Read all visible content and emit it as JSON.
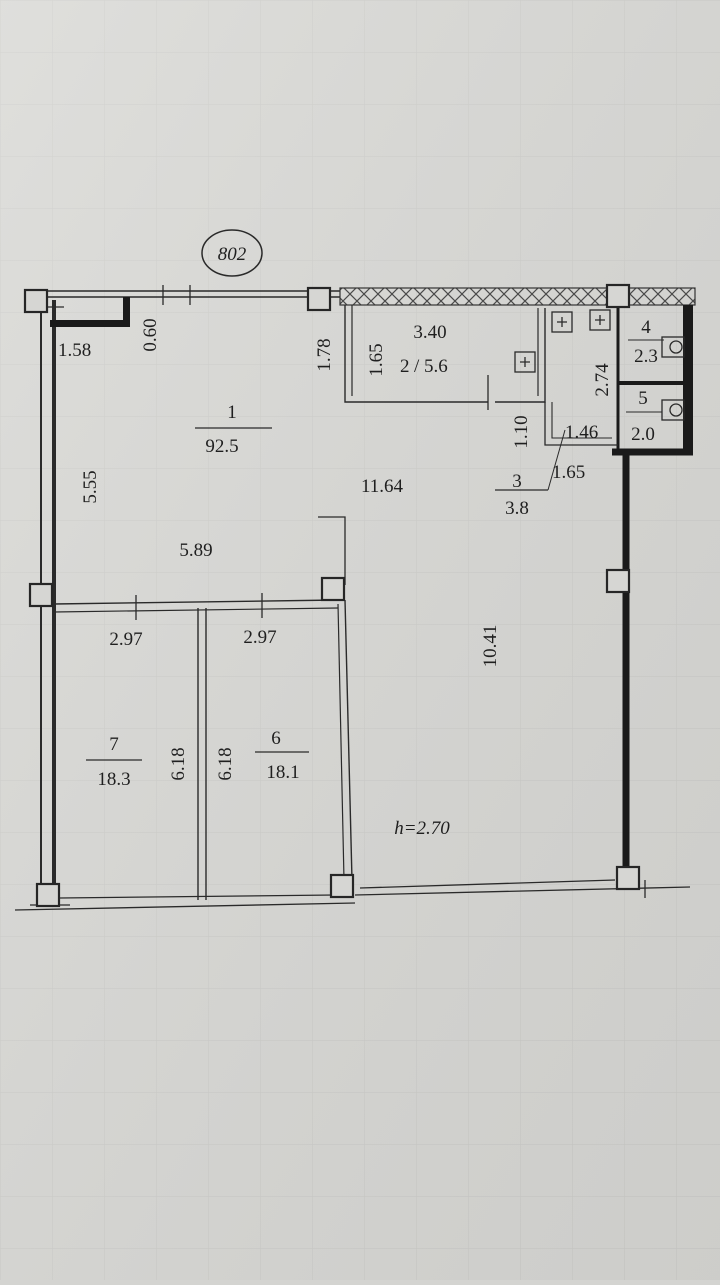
{
  "plan": {
    "unit_number": "802",
    "height_note": "h=2.70",
    "rooms": [
      {
        "id": "1",
        "area": "92.5"
      },
      {
        "id": "2",
        "area": "5.6"
      },
      {
        "id": "3",
        "area": "3.8"
      },
      {
        "id": "4",
        "area": "2.3"
      },
      {
        "id": "5",
        "area": "2.0"
      },
      {
        "id": "6",
        "area": "18.1"
      },
      {
        "id": "7",
        "area": "18.3"
      }
    ],
    "dimensions": {
      "d_1_58": "1.58",
      "d_0_60": "0.60",
      "d_5_55": "5.55",
      "d_1_78": "1.78",
      "d_1_65_a": "1.65",
      "d_3_40": "3.40",
      "d_2_74": "2.74",
      "d_1_10": "1.10",
      "d_1_46": "1.46",
      "d_1_65_b": "1.65",
      "d_11_64": "11.64",
      "d_5_89": "5.89",
      "d_10_41": "10.41",
      "d_2_97_a": "2.97",
      "d_2_97_b": "2.97",
      "d_6_18_a": "6.18",
      "d_6_18_b": "6.18"
    }
  }
}
